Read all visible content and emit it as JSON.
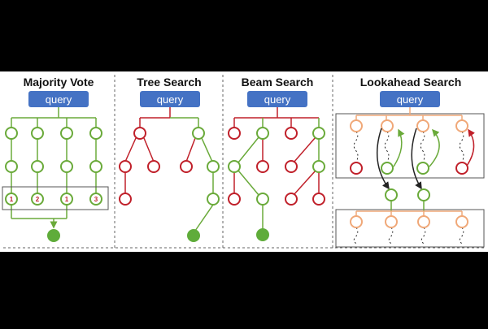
{
  "panels": [
    {
      "id": "majority-vote",
      "title": "Majority Vote",
      "query": "query",
      "vote_counts": [
        "1",
        "2",
        "1",
        "3"
      ]
    },
    {
      "id": "tree-search",
      "title": "Tree Search",
      "query": "query"
    },
    {
      "id": "beam-search",
      "title": "Beam Search",
      "query": "query"
    },
    {
      "id": "lookahead-search",
      "title": "Lookahead Search",
      "query": "query"
    }
  ],
  "colors": {
    "green": "#6aaa3a",
    "red": "#c0202a",
    "orange": "#f0a878",
    "query_fill": "#4472c4",
    "leaf_fill": "#5fac3a",
    "box_stroke": "#555555",
    "divider": "#666666"
  }
}
